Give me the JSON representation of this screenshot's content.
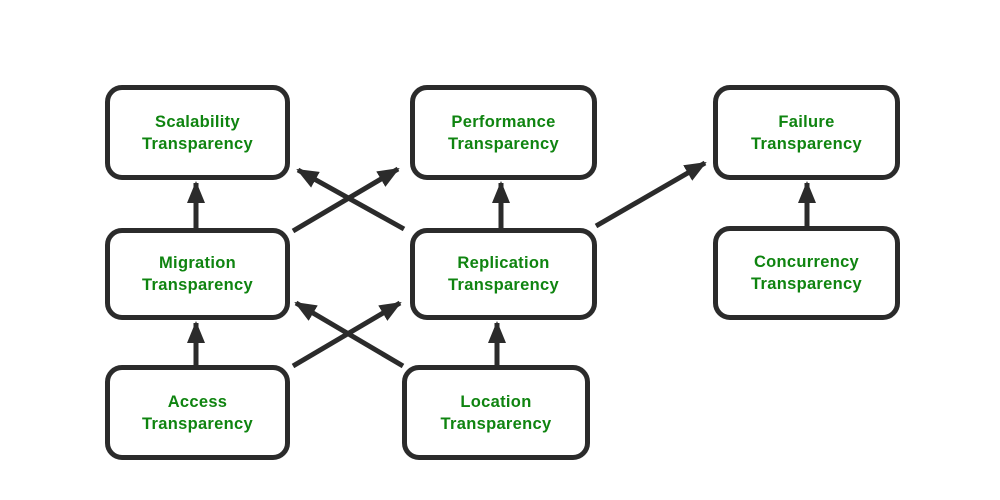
{
  "diagram": {
    "nodes": [
      {
        "id": "scalability",
        "label": "Scalability\nTransparency"
      },
      {
        "id": "performance",
        "label": "Performance\nTransparency"
      },
      {
        "id": "failure",
        "label": "Failure\nTransparency"
      },
      {
        "id": "migration",
        "label": "Migration\nTransparency"
      },
      {
        "id": "replication",
        "label": "Replication\nTransparency"
      },
      {
        "id": "concurrency",
        "label": "Concurrency\nTransparency"
      },
      {
        "id": "access",
        "label": "Access\nTransparency"
      },
      {
        "id": "location",
        "label": "Location\nTransparency"
      }
    ],
    "edges": [
      {
        "from": "migration",
        "to": "scalability"
      },
      {
        "from": "access",
        "to": "migration"
      },
      {
        "from": "replication",
        "to": "performance"
      },
      {
        "from": "location",
        "to": "replication"
      },
      {
        "from": "concurrency",
        "to": "failure"
      },
      {
        "from": "migration",
        "to": "performance"
      },
      {
        "from": "replication",
        "to": "scalability"
      },
      {
        "from": "access",
        "to": "replication"
      },
      {
        "from": "location",
        "to": "migration"
      },
      {
        "from": "replication",
        "to": "failure"
      }
    ],
    "colors": {
      "node_border": "#2b2b2b",
      "node_text": "#0f8410",
      "arrow": "#2b2b2b",
      "background": "#ffffff"
    }
  }
}
